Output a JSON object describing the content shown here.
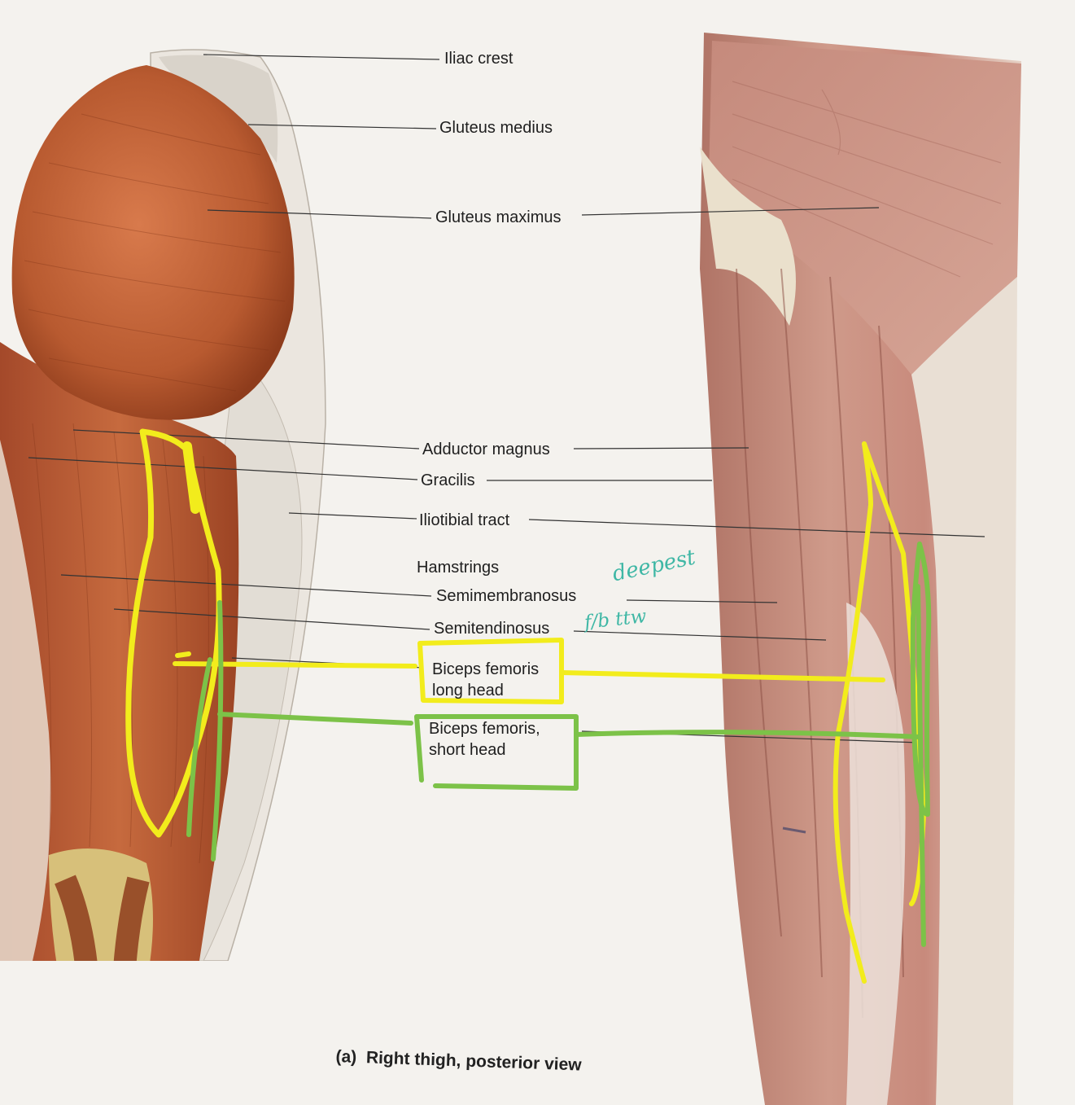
{
  "figure": {
    "caption_tag": "(a)",
    "caption": "Right thigh, posterior view"
  },
  "labels": {
    "iliac_crest": "Iliac crest",
    "gluteus_medius": "Gluteus medius",
    "gluteus_maximus": "Gluteus maximus",
    "adductor_magnus": "Adductor magnus",
    "gracilis": "Gracilis",
    "iliotibial_tract": "Iliotibial tract",
    "hamstrings": "Hamstrings",
    "semimembranosus": "Semimembranosus",
    "semitendinosus": "Semitendinosus",
    "biceps_long_1": "Biceps femoris",
    "biceps_long_2": "long head",
    "biceps_short_1": "Biceps femoris,",
    "biceps_short_2": "short head"
  },
  "annotations": {
    "note_1": "deepest",
    "note_2": "f/b ttw"
  },
  "colors": {
    "background": "#f4f2ee",
    "muscle_illustration": "#b65a32",
    "muscle_photo": "#c4847a",
    "fascia": "#ece8e2",
    "highlight_yellow": "#f2ec1c",
    "highlight_green": "#7cc248",
    "handwriting_teal": "#3fb7a5"
  }
}
